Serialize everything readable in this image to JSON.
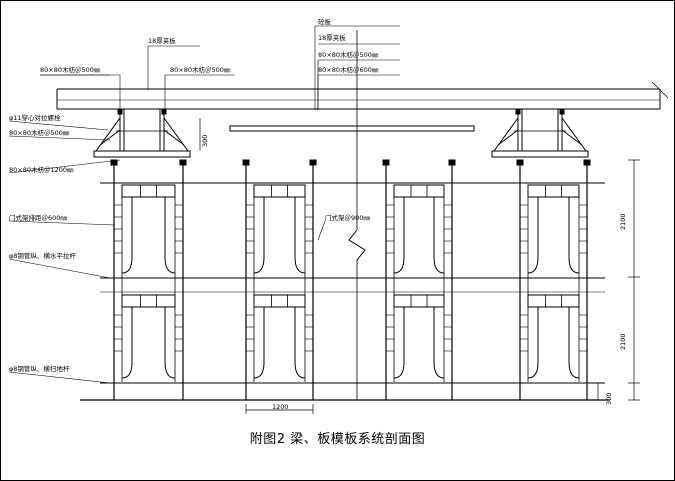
{
  "caption": "附图2   梁、板模板系统剖面图",
  "labels": {
    "slab": "砼板",
    "plywood_left": "18厚夹板",
    "plywood_center": "18厚夹板",
    "joist_500_left": "80×80木枋＠500㎜",
    "joist_500_beam": "80×80木枋＠500㎜",
    "joist_500_center": "80×80木枋＠500㎜",
    "joist_600_center": "80×80木枋＠600㎜",
    "tie_bolt": "φ11穿心对拉螺栓",
    "joist_500_side": "80×80木枋＠500㎜",
    "joist_1200": "80×80木枋＠1200㎜",
    "frame_spacing_left": "门式架排距＠600㎜",
    "frame_spacing_center": "门式架＠900㎜",
    "longitudinal_brace": "φ8钢管纵、横水平拉杆",
    "sweeping_brace": "φ8钢管纵、横扫地杆"
  },
  "dimensions": {
    "beam_drop": "300",
    "frame_height_upper": "2100",
    "frame_height_lower": "2100",
    "base_height": "300",
    "frame_width": "1200"
  }
}
